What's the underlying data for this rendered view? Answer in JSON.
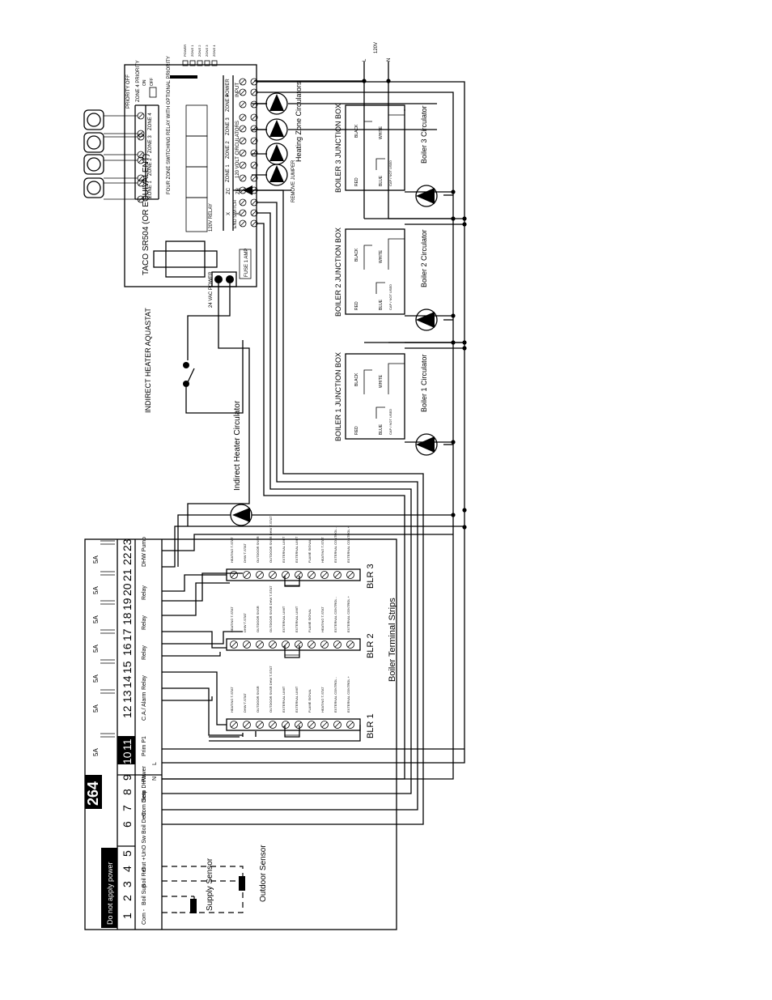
{
  "controller": {
    "model": "264",
    "warning": "Do not apply power",
    "terminal_numbers": [
      "1",
      "2",
      "3",
      "4",
      "5",
      "6",
      "7",
      "8",
      "9",
      "10",
      "11",
      "12",
      "13",
      "14",
      "15",
      "16",
      "17",
      "18",
      "19",
      "20",
      "21",
      "22",
      "23"
    ],
    "labels": {
      "com": "Com -",
      "boil_sup": "Boil Sup",
      "boil_ret": "Boil Ret",
      "out": "Out +",
      "uno_sw": "UnO Sw",
      "boil_dem": "Boil Dem",
      "com_dem": "Com Dem",
      "setp_dhw": "Setp DHW",
      "power": "Power",
      "power_n": "N",
      "power_l": "L",
      "prim_p1": "Prim P1",
      "ca_alarm": "C.A./ Alarm",
      "relay": "Relay",
      "dhw_pump": "DHW Pump"
    },
    "fuse": "5A"
  },
  "sensors": {
    "supply": "Supply Sensor",
    "outdoor": "Outdoor Sensor"
  },
  "boiler_strips": {
    "title": "Boiler Terminal Strips",
    "strips": [
      "BLR 1",
      "BLR 2",
      "BLR 3"
    ],
    "terminal_labels": [
      "HEATING T-STAT",
      "DHW T-STAT",
      "OUTDOOR SNSR",
      "OUTDOOR SNSR DHW T-STAT",
      "EXTERNAL LIMIT",
      "EXTERNAL LIMIT",
      "FLAME SIGNAL",
      "HEATING T-STAT",
      "EXTERNAL CONTROL -",
      "EXTERNAL CONTROL +"
    ]
  },
  "relay_panel": {
    "title": "TACO SR504 (OR EQUIVALENT)",
    "subtitle": "FOUR ZONE SWITCHING RELAY WITH OPTIONAL PRIORITY",
    "zones": [
      "ZONE 1",
      "ZONE 2",
      "ZONE 3",
      "ZONE 4"
    ],
    "power": "POWER",
    "input": "INPUT",
    "circulators_label": "120 VOLT CIRCULATORS",
    "relay_label": "120V RELAY",
    "fuse": "FUSE 1 AMP",
    "vac": "24 VAC POWER",
    "priority_off": "PRIORITY OFF",
    "zone4_priority": "ZONE 4 PRIORITY",
    "on": "ON",
    "off": "OFF",
    "zc": "ZC",
    "zr": "ZR",
    "x": "X",
    "end_switch": "END SWITCH",
    "remove_jumper": "REMOVE JUMPER",
    "leds": [
      "POWER",
      "ZONE 1",
      "ZONE 2",
      "ZONE 3",
      "ZONE 4"
    ]
  },
  "heating_zone_circulators": "Heating Zone Circulators",
  "aquastat": "INDIRECT HEATER AQUASTAT",
  "indirect_circulator": "Indirect Heater Circulator",
  "supply": {
    "voltage": "120V",
    "l": "L",
    "n": "N"
  },
  "junction_boxes": [
    {
      "title": "BOILER 3 JUNCTION BOX",
      "circulator": "Boiler 3 Circulator"
    },
    {
      "title": "BOILER 2 JUNCTION BOX",
      "circulator": "Boiler 2 Circulator"
    },
    {
      "title": "BOILER 1 JUNCTION BOX",
      "circulator": "Boiler 1 Circulator"
    }
  ],
  "jbox_labels": {
    "red": "RED",
    "black": "BLACK",
    "blue": "BLUE",
    "white": "WHITE",
    "cap": "CAP / NOT USED"
  }
}
